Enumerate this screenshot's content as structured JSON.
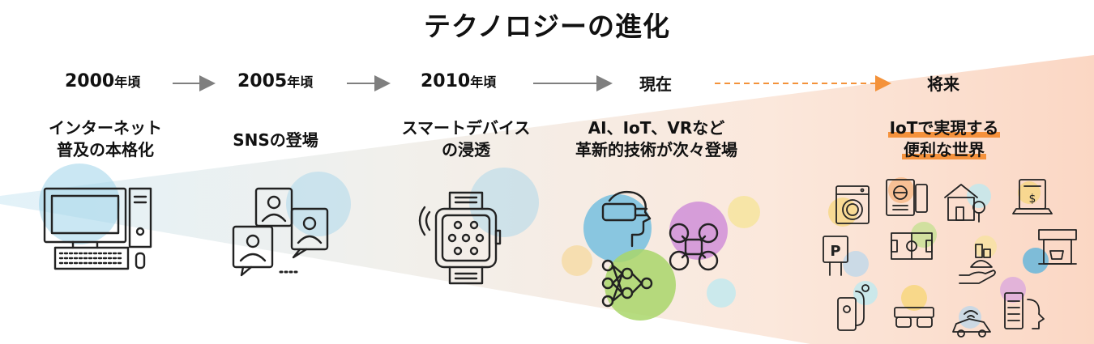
{
  "title": "テクノロジーの進化",
  "timeline": [
    {
      "year": "2000",
      "suffix": "年頃",
      "desc": [
        "インターネット",
        "普及の本格化"
      ]
    },
    {
      "year": "2005",
      "suffix": "年頃",
      "desc": [
        "SNSの登場"
      ]
    },
    {
      "year": "2010",
      "suffix": "年頃",
      "desc": [
        "スマートデバイス",
        "の浸透"
      ]
    },
    {
      "year": "現在",
      "suffix": "",
      "desc": [
        "AI、IoT、VRなど",
        "革新的技術が次々登場"
      ]
    },
    {
      "year": "将来",
      "suffix": "",
      "desc": [
        "IoTで実現する",
        "便利な世界"
      ]
    }
  ],
  "icons": {
    "era_2000": "desktop-computer-icon",
    "era_2005": "sns-profiles-icon",
    "era_2010": "smartwatch-icon",
    "now": [
      "vr-headset-icon",
      "drone-icon",
      "neural-network-icon"
    ],
    "future": [
      "washing-machine-icon",
      "passport-icon",
      "smart-home-icon",
      "invoice-icon",
      "parking-icon",
      "stadium-icon",
      "hand-delivery-icon",
      "coffee-machine-icon",
      "health-app-icon",
      "smart-glasses-icon",
      "connected-car-icon",
      "smart-speaker-icon"
    ]
  },
  "colors": {
    "arrow": "#7f7f7f",
    "future_arrow": "#f4923a",
    "highlight": "#f48422",
    "icon_stroke": "#222222",
    "accent_blue": "#5fb4dc"
  }
}
